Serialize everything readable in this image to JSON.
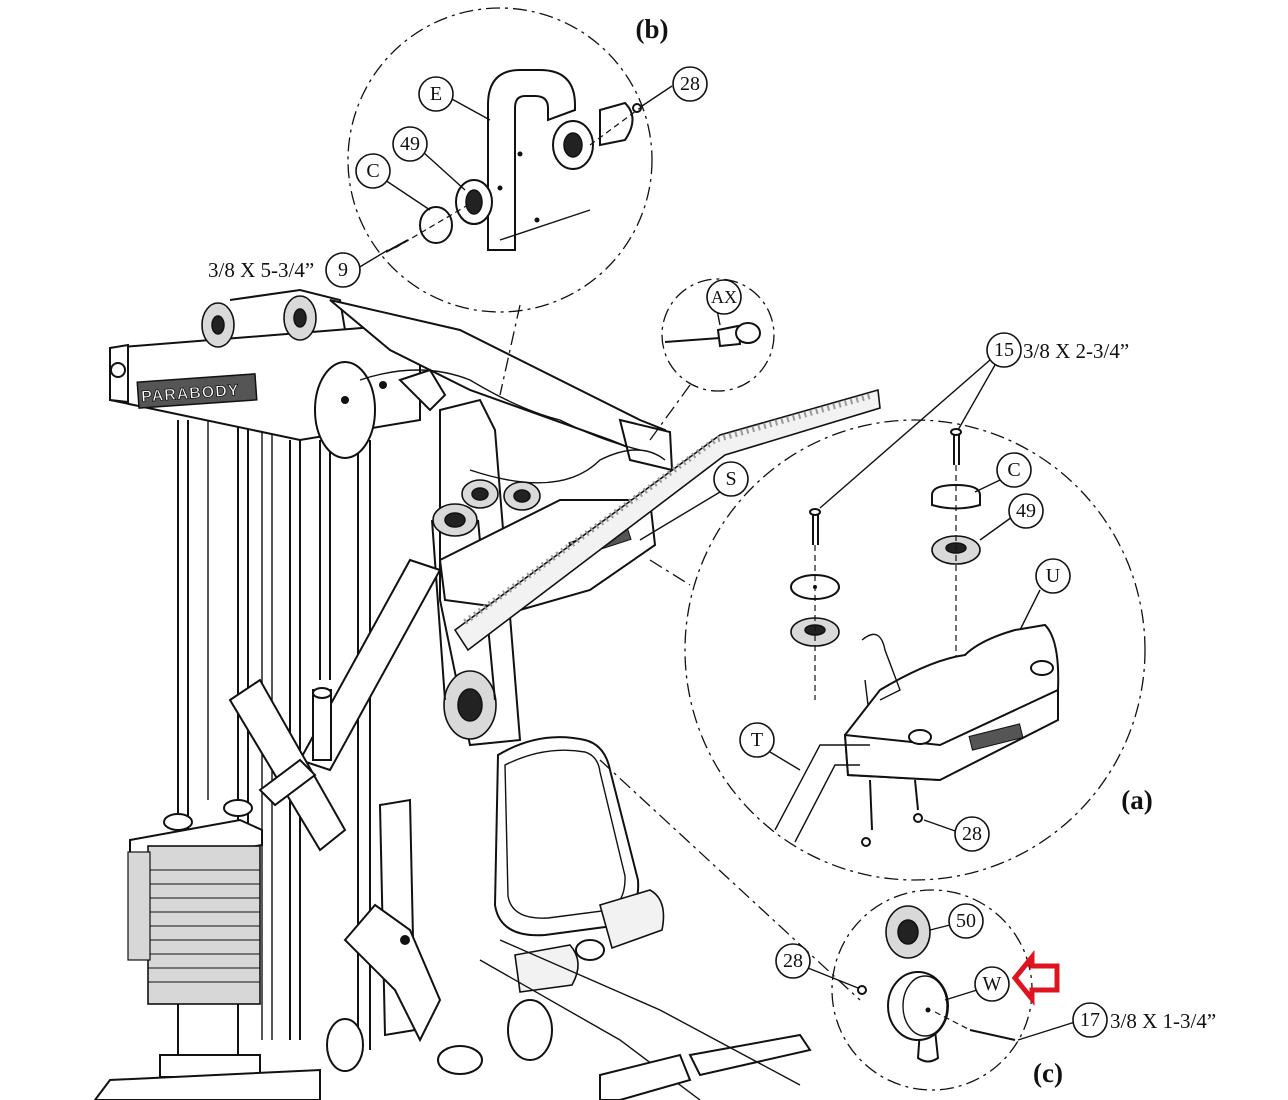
{
  "sections": {
    "b": "(b)",
    "a": "(a)",
    "c": "(c)"
  },
  "brand_text": "PARABODY",
  "callouts": {
    "E": "E",
    "p28_b": "28",
    "p49_b": "49",
    "C_b": "C",
    "p9": "9",
    "AX": "AX",
    "p15": "15",
    "C_a": "C",
    "p49_a": "49",
    "S": "S",
    "U": "U",
    "T": "T",
    "p28_a": "28",
    "p50": "50",
    "p28_c": "28",
    "W": "W",
    "p17": "17"
  },
  "dimensions": {
    "bolt_9": "3/8 X 5-3/4”",
    "bolt_15": "3/8 X 2-3/4”",
    "bolt_17": "3/8 X 1-3/4”"
  },
  "highlight": {
    "color": "#e0141e",
    "target": "W",
    "icon": "left-arrow-icon"
  }
}
